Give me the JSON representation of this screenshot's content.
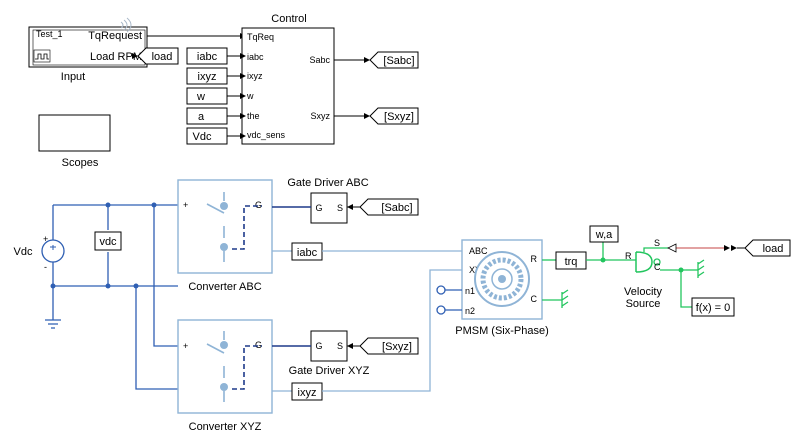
{
  "colors": {
    "electrical": "#2f5fb3",
    "electrical_light": "#8fb4d6",
    "mechanical": "#22c55e",
    "inactive_line": "#c44545"
  },
  "input": {
    "label": "Input",
    "port_tq": "TqRequest",
    "port_rpm": "Load RPM",
    "icon_text": "Test_1"
  },
  "control": {
    "title": "Control",
    "in_ports": [
      "TqReq",
      "iabc",
      "ixyz",
      "w",
      "the",
      "vdc_sens"
    ],
    "out_ports": [
      "Sabc",
      "Sxyz"
    ]
  },
  "tags": {
    "load_goto": "load",
    "iabc": "iabc",
    "ixyz": "ixyz",
    "w": "w",
    "a": "a",
    "vdc": "Vdc",
    "sabc": "[Sabc]",
    "sxyz": "[Sxyz]",
    "load_from": "load",
    "wa": "w,a",
    "trq": "trq",
    "vdc_meas": "vdc"
  },
  "scopes": {
    "label": "Scopes"
  },
  "vdc_source": {
    "label": "Vdc"
  },
  "converter_abc": {
    "label": "Converter ABC",
    "port_g": "G"
  },
  "converter_xyz": {
    "label": "Converter XYZ",
    "port_g": "G"
  },
  "gate_abc": {
    "label": "Gate Driver ABC",
    "port_g": "G",
    "port_s": "S"
  },
  "gate_xyz": {
    "label": "Gate Driver XYZ",
    "port_g": "G",
    "port_s": "S"
  },
  "pmsm": {
    "label": "PMSM (Six-Phase)",
    "ports": [
      "ABC",
      "XYZ",
      "n1",
      "n2",
      "R",
      "C"
    ]
  },
  "velocity_source": {
    "label_1": "Velocity",
    "label_2": "Source",
    "ports": [
      "S",
      "R",
      "C"
    ]
  },
  "fx": {
    "label": "f(x) = 0"
  }
}
